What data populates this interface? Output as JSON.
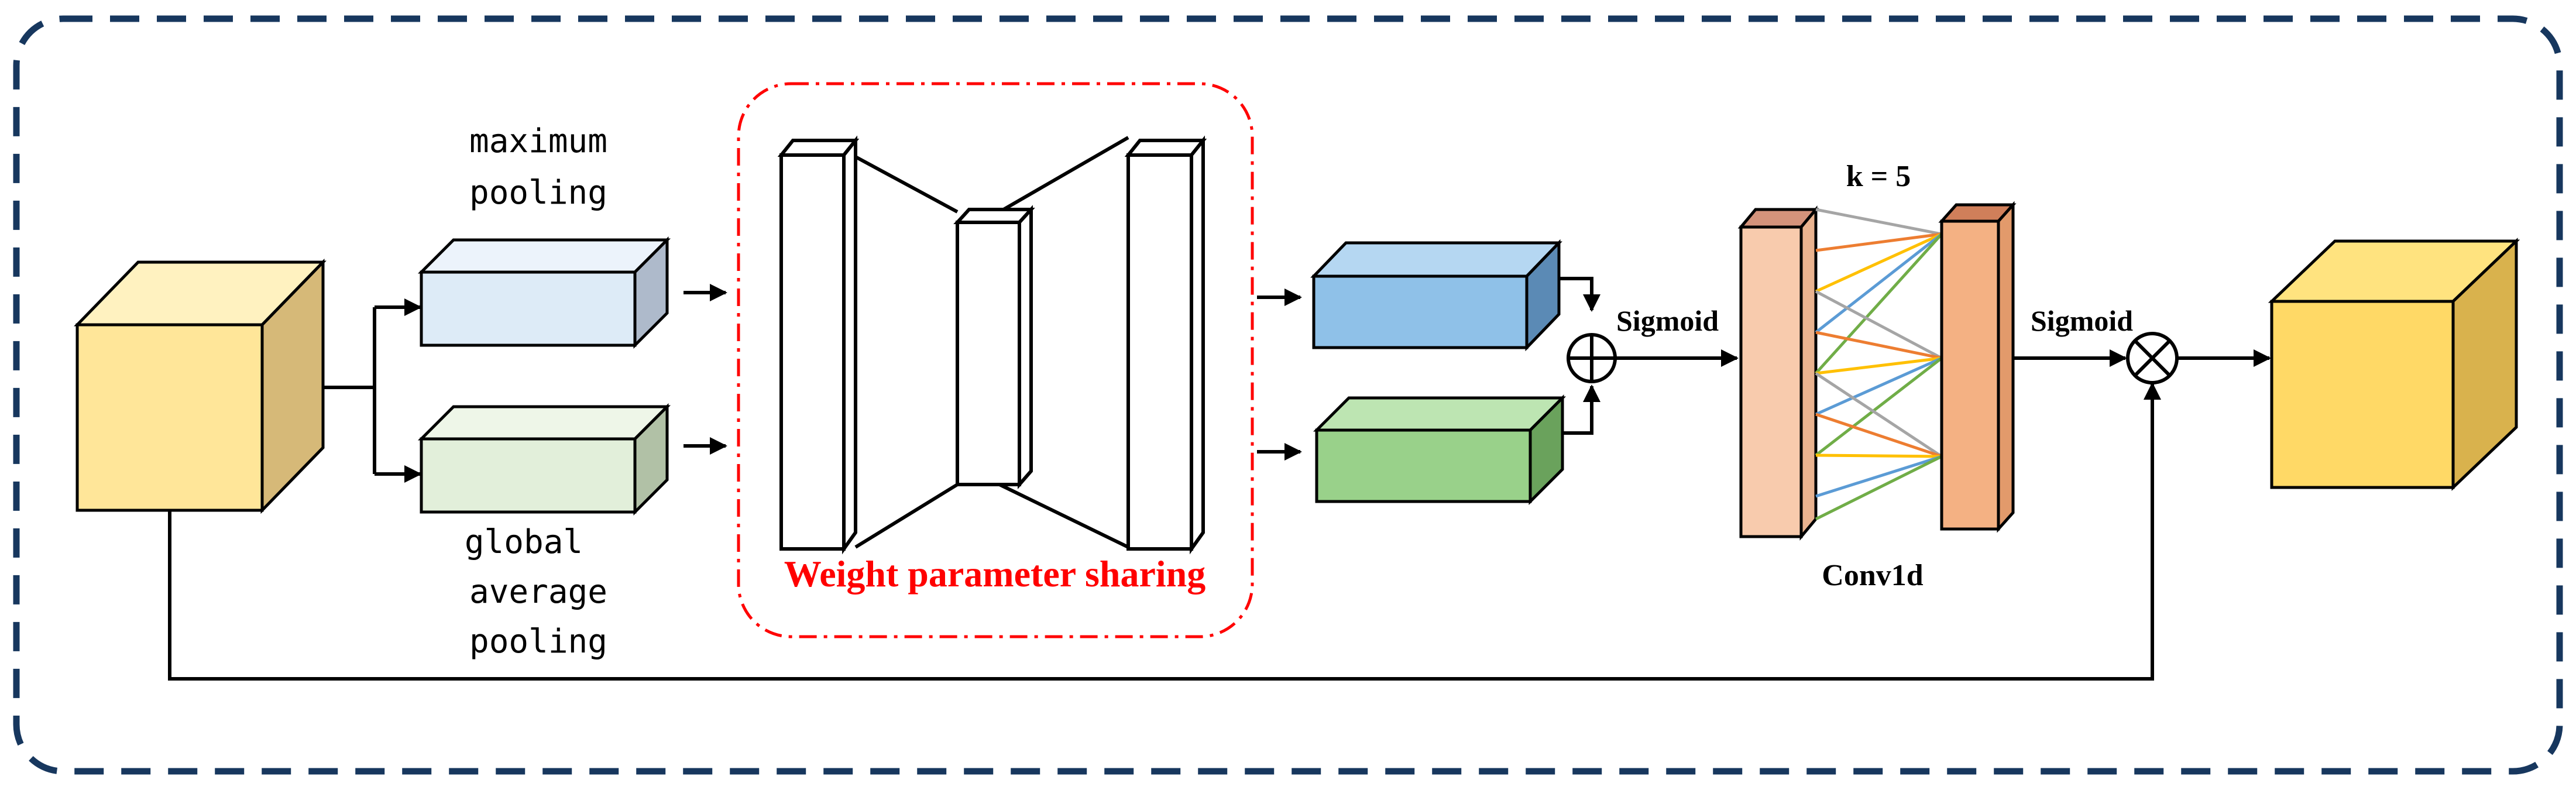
{
  "labels": {
    "max_pool_line1": "maximum",
    "max_pool_line2": "pooling",
    "gap_line1": "global",
    "gap_line2": "average",
    "gap_line3": "pooling",
    "sharing": "Weight parameter sharing",
    "sigmoid_1": "Sigmoid",
    "k": "k = 5",
    "conv1d": "Conv1d",
    "sigmoid_2": "Sigmoid"
  },
  "colors": {
    "frame": "#17375e",
    "input_front": "#ffe699",
    "input_side": "#d6b978",
    "max_pool_front": "#ddebf7",
    "max_pool_side": "#aebacb",
    "gap_front": "#e2efda",
    "gap_side": "#b1c1a6",
    "blue_front": "#8fc1e8",
    "blue_side": "#5b8ab5",
    "green_front": "#99d18a",
    "green_side": "#6aa25c",
    "conv_left": "#f8cbad",
    "conv_left_top": "#d4937b",
    "conv_right": "#f4b183",
    "conv_right_top": "#d07f5a",
    "output_front": "#ffd966",
    "output_side": "#d9b24d",
    "sharing_text": "#ff0000",
    "conv_lines": [
      "#a5a5a5",
      "#ed7d31",
      "#ffc000",
      "#5b9bd5",
      "#70ad47"
    ]
  }
}
